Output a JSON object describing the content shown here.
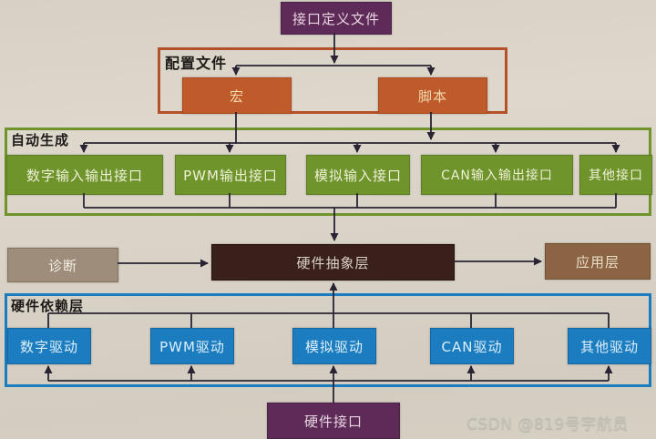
{
  "diagram": {
    "title_box": {
      "label": "接口定义文件"
    },
    "config_group": {
      "label": "配置文件",
      "items": [
        {
          "label": "宏"
        },
        {
          "label": "脚本"
        }
      ]
    },
    "autogen_group": {
      "label": "自动生成",
      "items": [
        {
          "label": "数字输入输出接口"
        },
        {
          "label": "PWM输出接口"
        },
        {
          "label": "模拟输入接口"
        },
        {
          "label": "CAN输入输出接口"
        },
        {
          "label": "其他接口"
        }
      ]
    },
    "middle_row": {
      "diagnosis": {
        "label": "诊断"
      },
      "hal": {
        "label": "硬件抽象层"
      },
      "app": {
        "label": "应用层"
      }
    },
    "hw_dep_group": {
      "label": "硬件依赖层",
      "items": [
        {
          "label": "数字驱动"
        },
        {
          "label": "PWM驱动"
        },
        {
          "label": "模拟驱动"
        },
        {
          "label": "CAN驱动"
        },
        {
          "label": "其他驱动"
        }
      ]
    },
    "hw_interface_box": {
      "label": "硬件接口"
    },
    "colors": {
      "paper": "#d8d2c6",
      "purple": "#5e2b58",
      "orange": "#bf5b2b",
      "orange_border": "#b5512a",
      "green": "#6f942c",
      "blue": "#1b7cc0",
      "hal_dark": "#39201a",
      "diagnosis_tan": "#9d8d7a",
      "app_brown": "#8a6443",
      "line": "#2a2333",
      "watermark_gray": "#c6c2b9"
    }
  },
  "watermark": {
    "text": "CSDN @819号宇航员"
  }
}
